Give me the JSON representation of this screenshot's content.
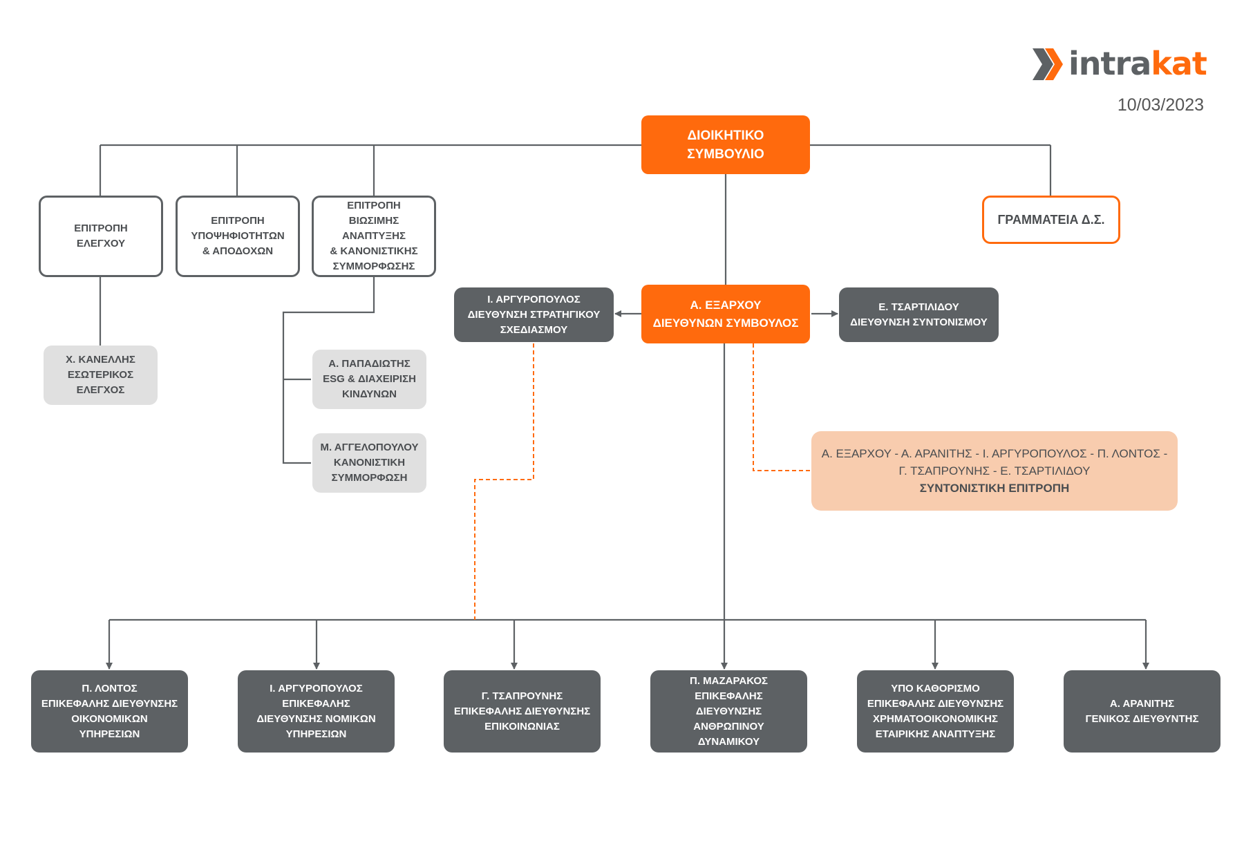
{
  "logo": {
    "word_primary": "intra",
    "word_accent": "kat",
    "colors": {
      "grey": "#5d6164",
      "orange": "#ff6a0d"
    }
  },
  "date": "10/03/2023",
  "nodes": {
    "board": [
      "ΔΙΟΙΚΗΤΙΚΟ",
      "ΣΥΜΒΟΥΛΙΟ"
    ],
    "audit_committee": [
      "ΕΠΙΤΡΟΠΗ",
      "ΕΛΕΓΧΟΥ"
    ],
    "nominations_committee": [
      "ΕΠΙΤΡΟΠΗ",
      "ΥΠΟΨΗΦΙΟΤΗΤΩΝ",
      "& ΑΠΟΔΟΧΩΝ"
    ],
    "sustainability_committee": [
      "ΕΠΙΤΡΟΠΗ",
      "ΒΙΩΣΙΜΗΣ",
      "ΑΝΑΠΤΥΞΗΣ",
      "& ΚΑΝΟΝΙΣΤΙΚΗΣ",
      "ΣΥΜΜΟΡΦΩΣΗΣ"
    ],
    "board_secretariat": [
      "ΓΡΑΜΜΑΤΕΙΑ Δ.Σ."
    ],
    "internal_audit": [
      "Χ. ΚΑΝΕΛΛΗΣ",
      "ΕΣΩΤΕΡΙΚΟΣ",
      "ΕΛΕΓΧΟΣ"
    ],
    "esg_risk": [
      "Α. ΠΑΠΑΔΙΩΤΗΣ",
      "ESG & ΔΙΑΧΕΙΡΙΣΗ",
      "ΚΙΝΔΥΝΩΝ"
    ],
    "compliance": [
      "Μ. ΑΓΓΕΛΟΠΟΥΛΟΥ",
      "ΚΑΝΟΝΙΣΤΙΚΗ",
      "ΣΥΜΜΟΡΦΩΣΗ"
    ],
    "strategic_planning": [
      "Ι. ΑΡΓΥΡΟΠΟΥΛΟΣ",
      "ΔΙΕΥΘΥΝΣΗ ΣΤΡΑΤΗΓΙΚΟΥ",
      "ΣΧΕΔΙΑΣΜΟΥ"
    ],
    "ceo": [
      "Α. ΕΞΑΡΧΟΥ",
      "ΔΙΕΥΘΥΝΩΝ ΣΥΜΒΟΥΛΟΣ"
    ],
    "coordination_directorate": [
      "Ε. ΤΣΑΡΤΙΛΙΔΟΥ",
      "ΔΙΕΥΘΥΝΣΗ ΣΥΝΤΟΝΙΣΜΟΥ"
    ],
    "coordination_committee": [
      "Α. ΕΞΑΡΧΟΥ - Α. ΑΡΑΝΙΤΗΣ - Ι. ΑΡΓΥΡΟΠΟΥΛΟΣ - Π. ΛΟΝΤΟΣ -",
      "Γ. ΤΣΑΠΡΟΥΝΗΣ - Ε. ΤΣΑΡΤΙΛΙΔΟΥ",
      "ΣΥΝΤΟΝΙΣΤΙΚΗ ΕΠΙΤΡΟΠΗ"
    ],
    "finance": [
      "Π. ΛΟΝΤΟΣ",
      "ΕΠΙΚΕΦΑΛΗΣ ΔΙΕΥΘΥΝΣΗΣ",
      "ΟΙΚΟΝΟΜΙΚΩΝ",
      "ΥΠΗΡΕΣΙΩΝ"
    ],
    "legal": [
      "Ι. ΑΡΓΥΡΟΠΟΥΛΟΣ",
      "ΕΠΙΚΕΦΑΛΗΣ",
      "ΔΙΕΥΘΥΝΣΗΣ ΝΟΜΙΚΩΝ",
      "ΥΠΗΡΕΣΙΩΝ"
    ],
    "communications": [
      "Γ. ΤΣΑΠΡΟΥΝΗΣ",
      "ΕΠΙΚΕΦΑΛΗΣ ΔΙΕΥΘΥΝΣΗΣ",
      "ΕΠΙΚΟΙΝΩΝΙΑΣ"
    ],
    "hr": [
      "Π. ΜΑΖΑΡΑΚΟΣ",
      "ΕΠΙΚΕΦΑΛΗΣ",
      "ΔΙΕΥΘΥΝΣΗΣ",
      "ΑΝΘΡΩΠΙΝΟΥ",
      "ΔΥΝΑΜΙΚΟΥ"
    ],
    "corporate_development": [
      "ΥΠΟ ΚΑΘΟΡΙΣΜΟ",
      "ΕΠΙΚΕΦΑΛΗΣ ΔΙΕΥΘΥΝΣΗΣ",
      "ΧΡΗΜΑΤΟΟΙΚΟΝΟΜΙΚΗΣ",
      "ΕΤΑΙΡΙΚΗΣ ΑΝΑΠΤΥΞΗΣ"
    ],
    "general_manager": [
      "Α. ΑΡΑΝΙΤΗΣ",
      "ΓΕΝΙΚΟΣ ΔΙΕΥΘΥΝΤΗΣ"
    ]
  },
  "colors": {
    "orange": "#ff6a0d",
    "dark_grey": "#5d6164",
    "light_grey": "#e0e0e0",
    "peach": "#f8ccae"
  }
}
